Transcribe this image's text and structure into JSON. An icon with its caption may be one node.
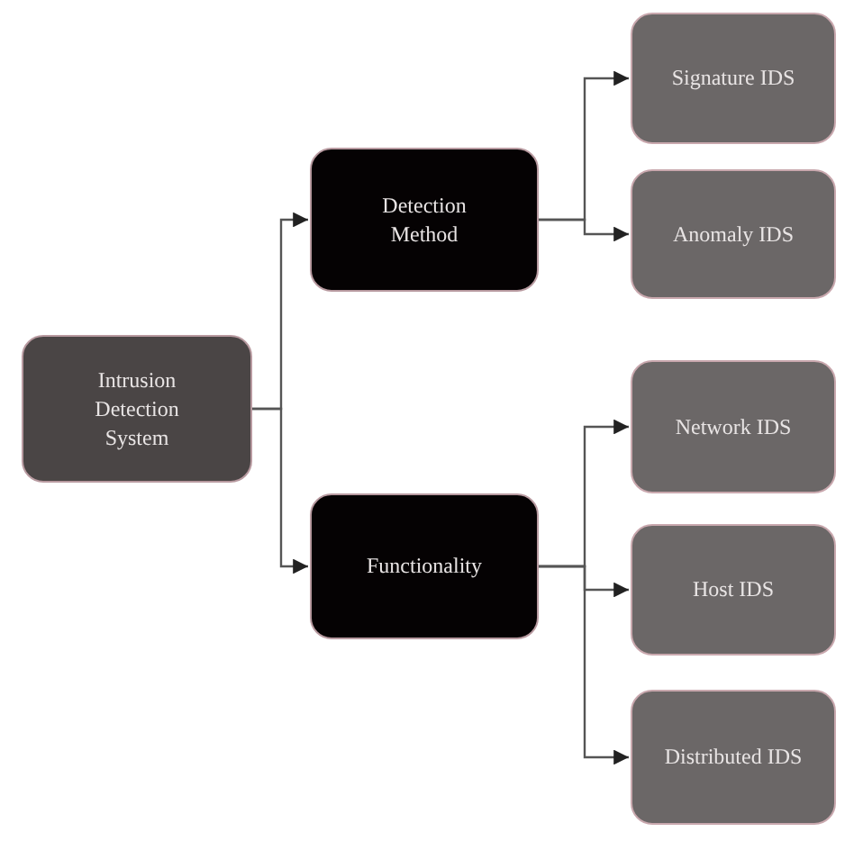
{
  "diagram": {
    "nodes": [
      {
        "text": [
          "Intrusion Detection System"
        ]
      },
      {
        "text": [
          "Detection Method"
        ]
      },
      {
        "text": [
          "Functionality"
        ]
      },
      {
        "text": [
          "Signature IDS"
        ]
      },
      {
        "text": [
          "Anomaly IDS"
        ]
      },
      {
        "text": [
          "Network IDS"
        ]
      },
      {
        "text": [
          "Host IDS"
        ]
      },
      {
        "text": [
          "Distributed IDS"
        ]
      }
    ],
    "edges": [
      {
        "from": 0,
        "to": 1,
        "arrow": "to"
      },
      {
        "from": 0,
        "to": 2,
        "arrow": "to"
      },
      {
        "from": 1,
        "to": 3,
        "arrow": "to"
      },
      {
        "from": 1,
        "to": 4,
        "arrow": "to"
      },
      {
        "from": 2,
        "to": 5,
        "arrow": "to"
      },
      {
        "from": 2,
        "to": 6,
        "arrow": "to"
      },
      {
        "from": 2,
        "to": 7,
        "arrow": "to"
      }
    ]
  }
}
